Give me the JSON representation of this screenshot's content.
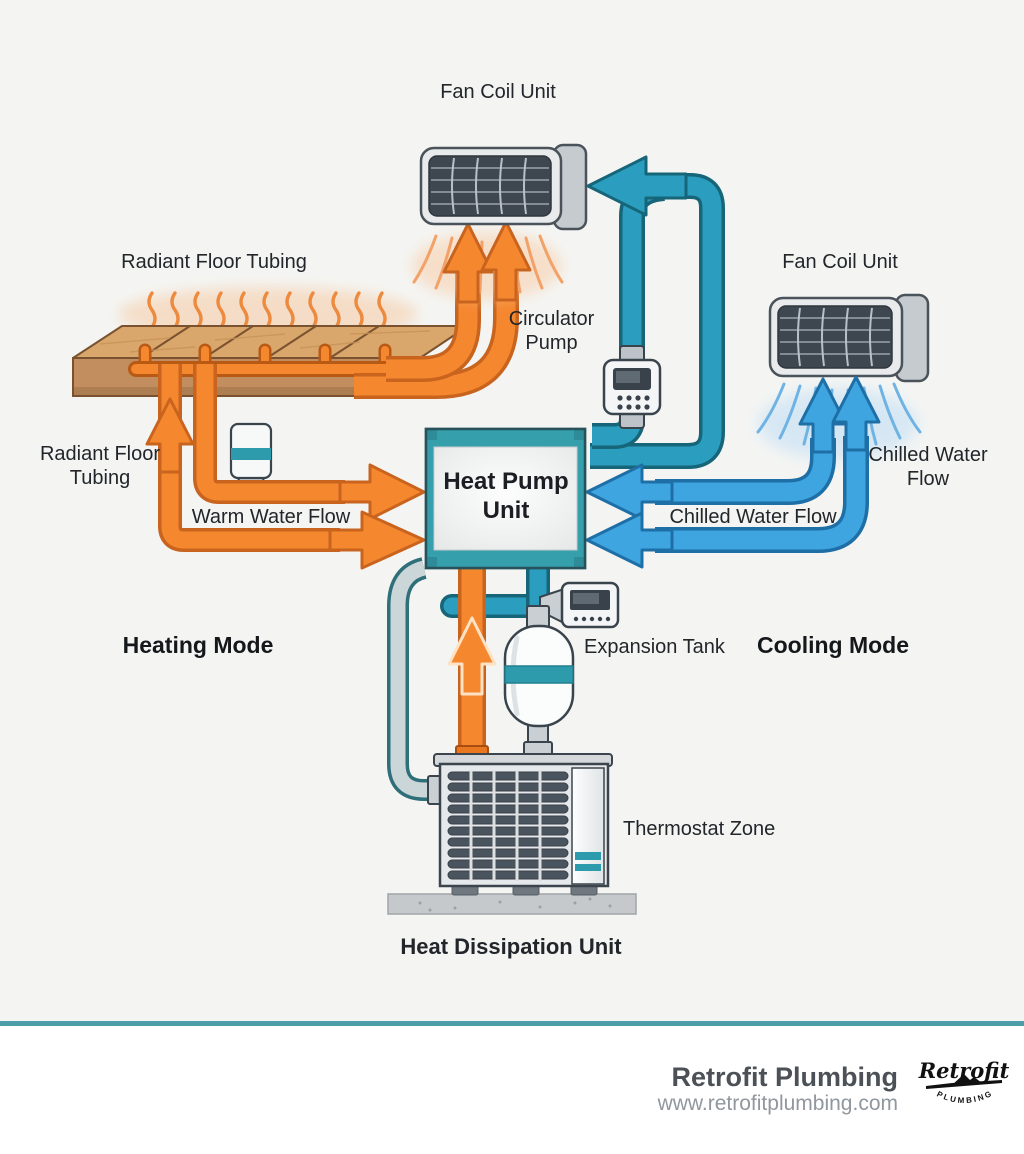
{
  "diagram": {
    "labels": {
      "fan_coil_top": "Fan Coil Unit",
      "radiant_floor_top": "Radiant Floor Tubing",
      "circulator_pump": "Circulator Pump",
      "fan_coil_right": "Fan Coil Unit",
      "radiant_floor_left": "Radiant Floor Tubing",
      "heat_pump_unit": "Heat Pump Unit",
      "warm_water_flow": "Warm Water Flow",
      "chilled_water_flow_center": "Chilled Water Flow",
      "chilled_water_flow_right": "Chilled Water Flow",
      "heating_mode": "Heating Mode",
      "cooling_mode": "Cooling Mode",
      "expansion_tank": "Expansion Tank",
      "thermostat_zone": "Thermostat Zone",
      "heat_dissipation_unit": "Heat Dissipation Unit"
    },
    "colors": {
      "warm_flow": "#F5872F",
      "warm_flow_dark": "#C9641F",
      "cool_flow": "#3FA5E0",
      "cool_flow_dark": "#1E6FA6",
      "teal_pipe": "#2B9EC0",
      "teal_pipe_dark": "#176579",
      "unit_teal": "#359FAC",
      "divider_teal": "#4D9DA8"
    }
  },
  "footer": {
    "company": "Retrofit Plumbing",
    "website": "www.retrofitplumbing.com",
    "logo_script": "Retrofit",
    "logo_word": "P L U M B I N G"
  }
}
